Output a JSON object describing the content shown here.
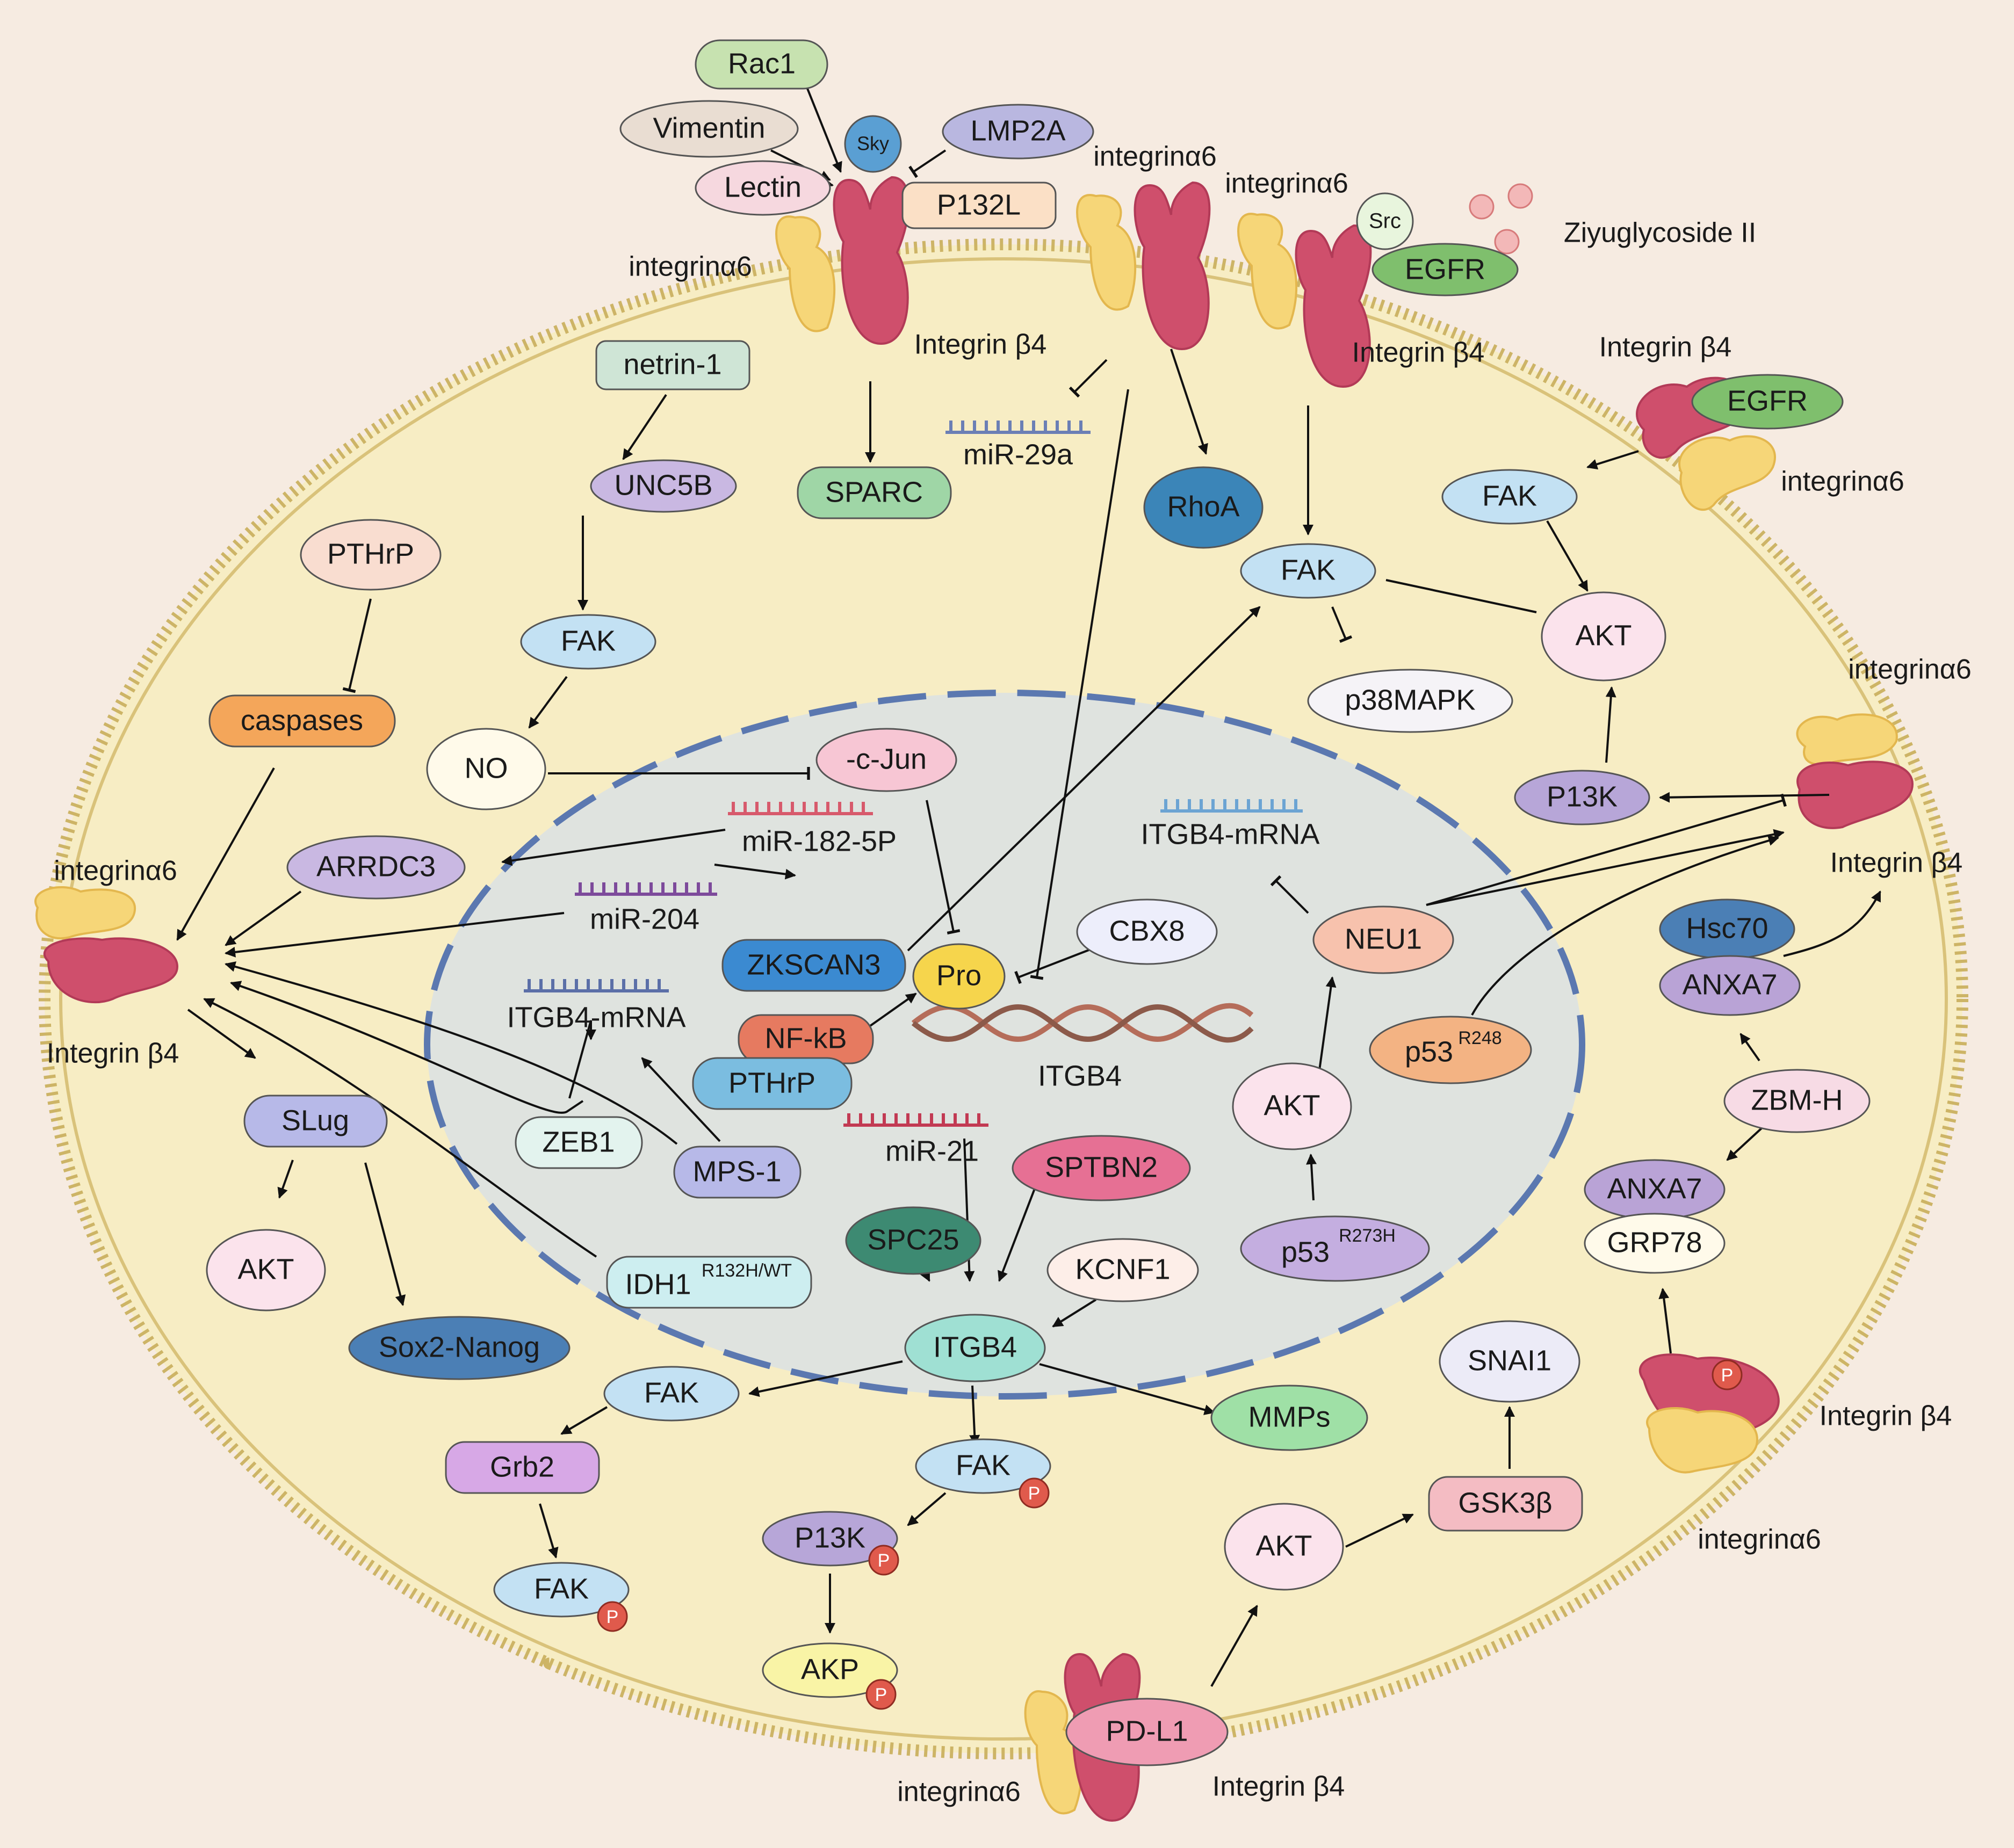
{
  "colors": {
    "background": "#f6ebe1",
    "cytoplasm": "#f7edc4",
    "membrane": "#d9c27a",
    "nucleus": "#dfe3df",
    "nucleus_border": "#5b78b0",
    "arrow": "#111111",
    "alpha_subunit": "#f6d678",
    "beta_subunit": "#cf4f6c",
    "phospho": "#e05a4c"
  },
  "labels": {
    "integrin_a6": "integrinα6",
    "integrin_b4": "Integrin β4",
    "ziyuglycoside": "Ziyuglycoside II",
    "itgb4_gene": "ITGB4",
    "phospho_mark": "P"
  },
  "nodes": {
    "rac1": "Rac1",
    "vimentin": "Vimentin",
    "sky": "Sky",
    "lmp2a": "LMP2A",
    "lectin": "Lectin",
    "p132l": "P132L",
    "src": "Src",
    "egfr_top": "EGFR",
    "egfr_right": "EGFR",
    "netrin1": "netrin-1",
    "unc5b": "UNC5B",
    "sparc": "SPARC",
    "mir29a": "miR-29a",
    "rhoa": "RhoA",
    "pthrp_cyto": "PTHrP",
    "fak_left": "FAK",
    "fak_center": "FAK",
    "fak_topright": "FAK",
    "akt_right": "AKT",
    "p38mapk": "p38MAPK",
    "caspases": "caspases",
    "no": "NO",
    "cjun": "-c-Jun",
    "mir182": "miR-182-5P",
    "arrdc3": "ARRDC3",
    "mir204": "miR-204",
    "itgb4_mrna_right": "ITGB4-mRNA",
    "neu1": "NEU1",
    "p13k_right": "P13K",
    "cbx8": "CBX8",
    "zkscan3": "ZKSCAN3",
    "pro": "Pro",
    "itgb4_mrna_left": "ITGB4-mRNA",
    "nfkb": "NF-kB",
    "pthrp_nuc": "PTHrP",
    "akt_nuc": "AKT",
    "p53_r248": "p53",
    "p53_r248_sup": "R248",
    "hsc70": "Hsc70",
    "anxa7_top": "ANXA7",
    "zbmh": "ZBM-H",
    "anxa7_bottom": "ANXA7",
    "grp78": "GRP78",
    "slug": "SLug",
    "zeb1": "ZEB1",
    "mps1": "MPS-1",
    "mir21": "miR-21",
    "sptbn2": "SPTBN2",
    "spc25": "SPC25",
    "kcnf1": "KCNF1",
    "p53_r273h": "p53",
    "p53_r273h_sup": "R273H",
    "akt_left": "AKT",
    "idh1": "IDH1",
    "idh1_sup": "R132H/WT",
    "itgb4_center": "ITGB4",
    "sox2nanog": "Sox2-Nanog",
    "fak_lower": "FAK",
    "mmps": "MMPs",
    "grb2": "Grb2",
    "fak_p_center": "FAK",
    "fak_p_left": "FAK",
    "p13k_p": "P13K",
    "akp": "AKP",
    "snai1": "SNAI1",
    "gsk3b": "GSK3β",
    "akt_bottom": "AKT",
    "pdl1": "PD-L1"
  }
}
